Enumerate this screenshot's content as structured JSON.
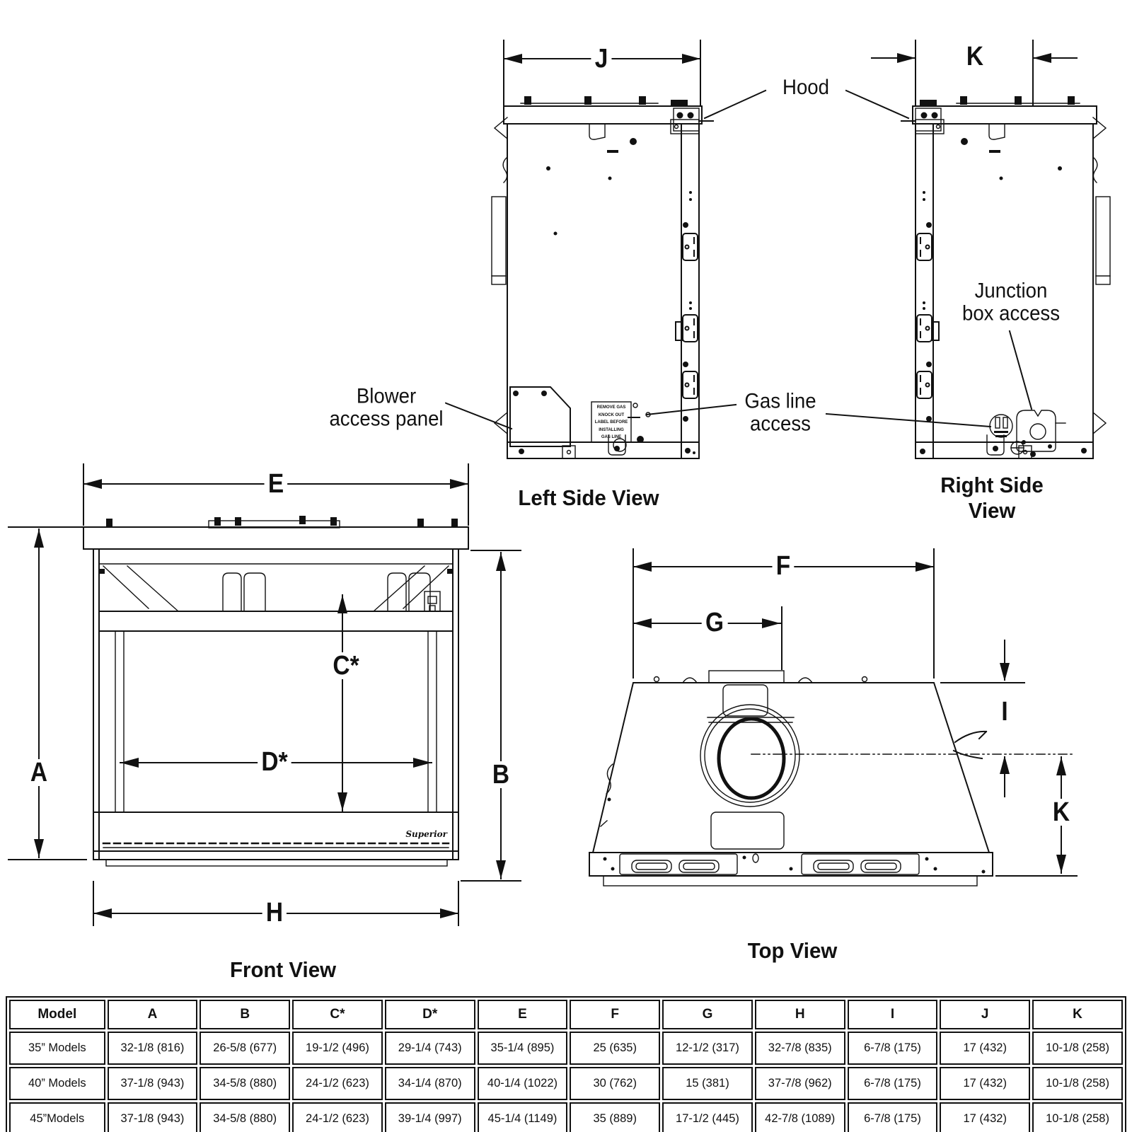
{
  "views": {
    "left_side": {
      "title": "Left Side View"
    },
    "right_side": {
      "title": "Right Side View"
    },
    "front": {
      "title": "Front View"
    },
    "top": {
      "title": "Top View"
    }
  },
  "dimensions": {
    "j": "J",
    "k_top": "K",
    "e": "E",
    "a": "A",
    "b": "B",
    "c": "C*",
    "d": "D*",
    "h": "H",
    "f": "F",
    "g": "G",
    "i": "I",
    "k_topview": "K"
  },
  "annotations": {
    "hood": "Hood",
    "blower": "Blower\naccess panel",
    "gas_line": "Gas line\naccess",
    "junction": "Junction\nbox access",
    "warning_label": "REMOVE GAS\nKNOCK OUT\nLABEL BEFORE\nINSTALLING\nGAS LINE",
    "logo": "Superior"
  },
  "table": {
    "headers": [
      "Model",
      "A",
      "B",
      "C*",
      "D*",
      "E",
      "F",
      "G",
      "H",
      "I",
      "J",
      "K"
    ],
    "rows": [
      {
        "model": "35” Models",
        "values": [
          "32-1/8 (816)",
          "26-5/8 (677)",
          "19-1/2 (496)",
          "29-1/4 (743)",
          "35-1/4 (895)",
          "25 (635)",
          "12-1/2 (317)",
          "32-7/8 (835)",
          "6-7/8 (175)",
          "17 (432)",
          "10-1/8 (258)"
        ]
      },
      {
        "model": "40” Models",
        "values": [
          "37-1/8 (943)",
          "34-5/8 (880)",
          "24-1/2 (623)",
          "34-1/4 (870)",
          "40-1/4 (1022)",
          "30 (762)",
          "15 (381)",
          "37-7/8 (962)",
          "6-7/8 (175)",
          "17 (432)",
          "10-1/8 (258)"
        ]
      },
      {
        "model": "45”Models",
        "values": [
          "37-1/8 (943)",
          "34-5/8 (880)",
          "24-1/2 (623)",
          "39-1/4 (997)",
          "45-1/4 (1149)",
          "35 (889)",
          "17-1/2 (445)",
          "42-7/8 (1089)",
          "6-7/8 (175)",
          "17 (432)",
          "10-1/8 (258)"
        ]
      }
    ]
  },
  "colors": {
    "line": "#111111",
    "background": "#ffffff"
  }
}
